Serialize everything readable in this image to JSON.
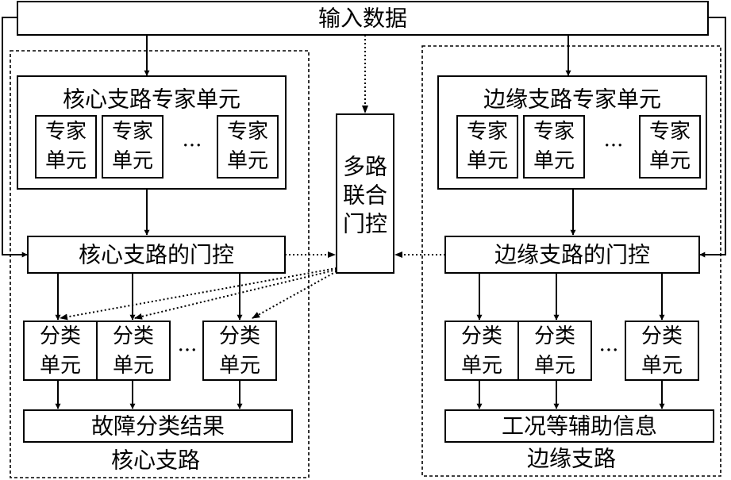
{
  "input": {
    "label": "输入数据"
  },
  "core": {
    "region_label": "核心支路",
    "expert_group_title": "核心支路专家单元",
    "expert_units": [
      {
        "line1": "专家",
        "line2": "单元"
      },
      {
        "line1": "专家",
        "line2": "单元"
      },
      {
        "line1": "专家",
        "line2": "单元"
      }
    ],
    "ellipsis": "···",
    "gate_label": "核心支路的门控",
    "classifiers": [
      {
        "line1": "分类",
        "line2": "单元"
      },
      {
        "line1": "分类",
        "line2": "单元"
      },
      {
        "line1": "分类",
        "line2": "单元"
      }
    ],
    "result_label": "故障分类结果"
  },
  "edge": {
    "region_label": "边缘支路",
    "expert_group_title": "边缘支路专家单元",
    "expert_units": [
      {
        "line1": "专家",
        "line2": "单元"
      },
      {
        "line1": "专家",
        "line2": "单元"
      },
      {
        "line1": "专家",
        "line2": "单元"
      }
    ],
    "ellipsis": "···",
    "gate_label": "边缘支路的门控",
    "classifiers": [
      {
        "line1": "分类",
        "line2": "单元"
      },
      {
        "line1": "分类",
        "line2": "单元"
      },
      {
        "line1": "分类",
        "line2": "单元"
      }
    ],
    "result_label": "工况等辅助信息"
  },
  "multi_gate": {
    "lines": [
      "多路",
      "联合",
      "门控"
    ]
  }
}
